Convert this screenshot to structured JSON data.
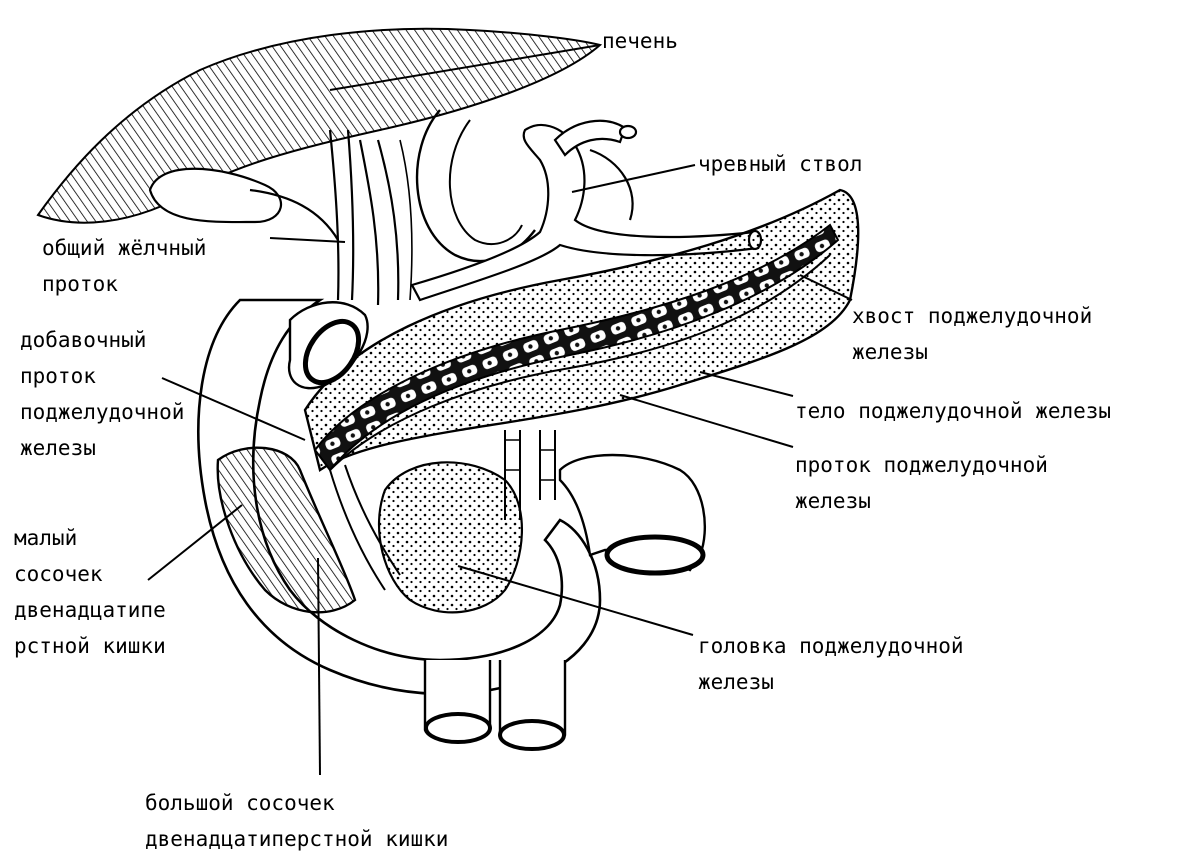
{
  "labels": {
    "liver": [
      "печень"
    ],
    "celiac_trunk": [
      "чревный ствол"
    ],
    "common_bile_duct": [
      "общий жёлчный",
      "проток"
    ],
    "pancreas_tail": [
      "хвост поджелудочной",
      "железы"
    ],
    "accessory_duct": [
      "добавочный",
      "проток",
      "поджелудочной",
      "железы"
    ],
    "pancreas_body": [
      "тело поджелудочной железы"
    ],
    "pancreatic_duct": [
      "проток поджелудочной",
      "железы"
    ],
    "minor_papilla": [
      "малый",
      "сосочек",
      "двенадцатипе",
      "рстной кишки"
    ],
    "pancreas_head": [
      "головка поджелудочной",
      "железы"
    ],
    "major_papilla": [
      "большой сосочек",
      "двенадцатиперстной кишки"
    ]
  },
  "colors": {
    "ink": "#000000",
    "paper": "#ffffff",
    "shade": "#4a4a4a"
  }
}
